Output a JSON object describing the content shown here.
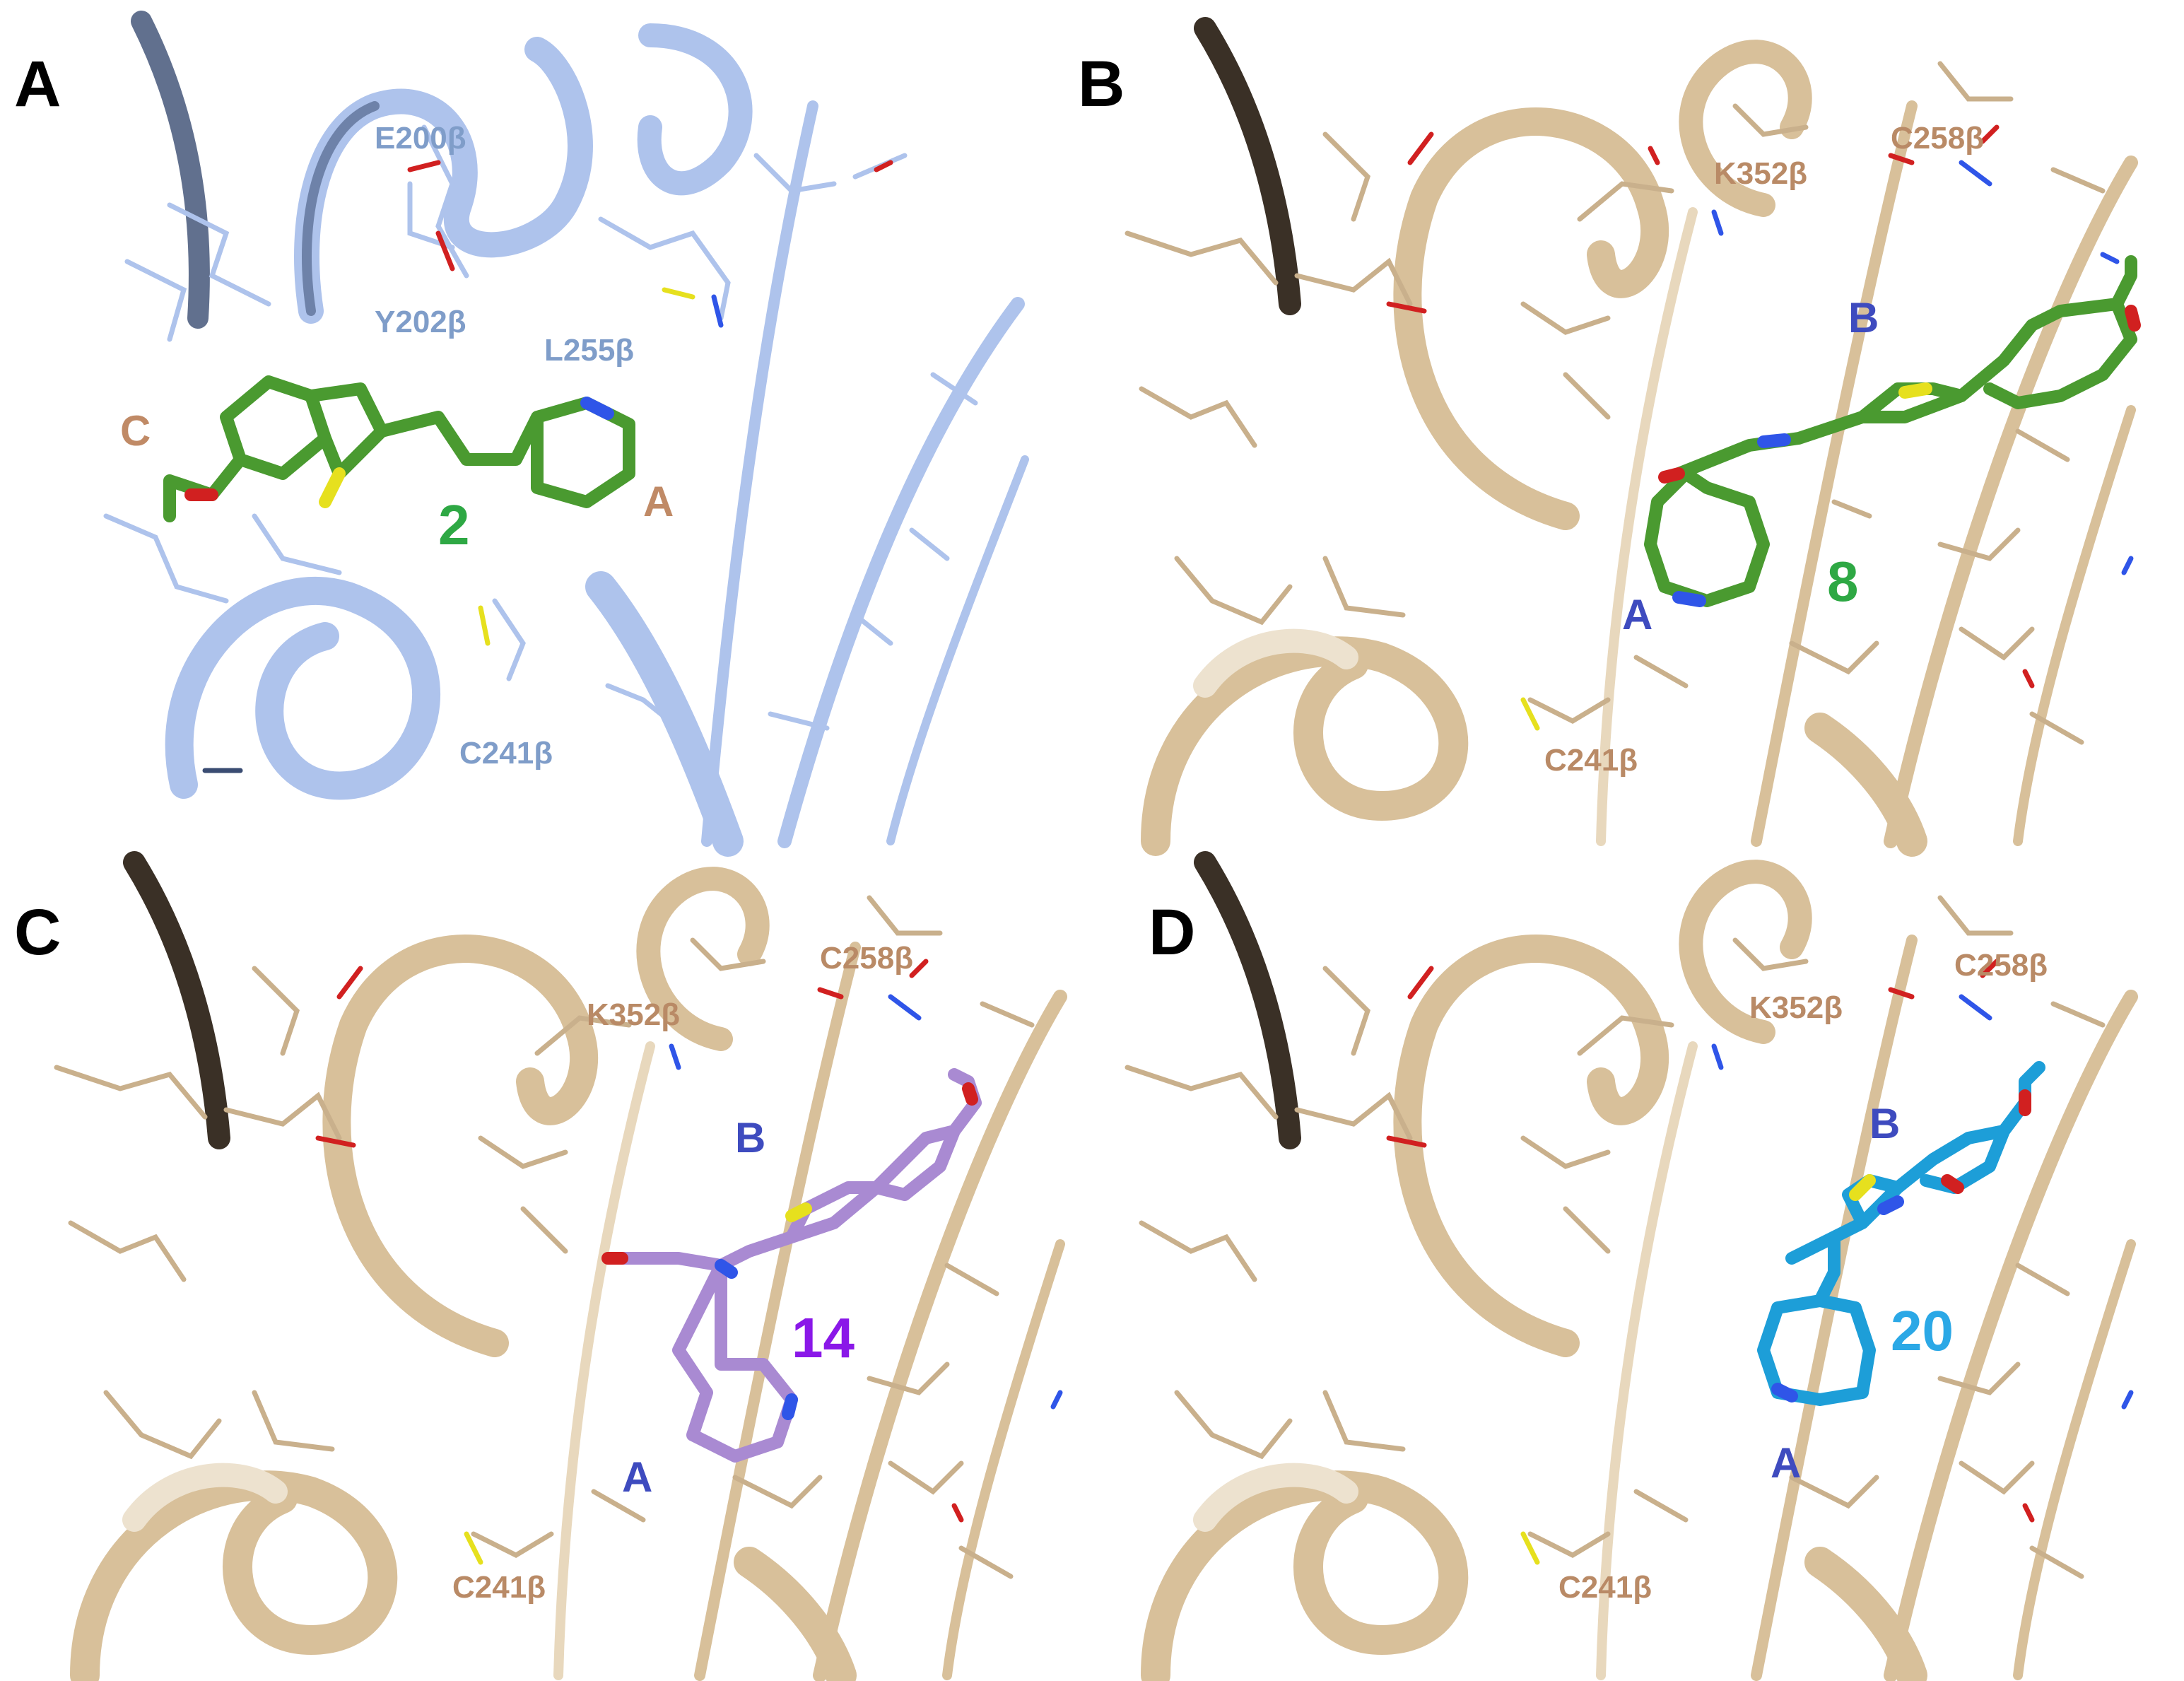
{
  "panels": [
    {
      "letter": "A",
      "labels": {
        "res1": "E200β",
        "res2": "Y202β",
        "res3": "L255β",
        "res4": "C241β"
      },
      "ringLabels": {
        "c": "C",
        "a": "A"
      },
      "compound": "2",
      "colors": {
        "protein": "#aec3ec",
        "proteinDark": "#2a3b5e",
        "ligand": "#4a9a30",
        "label": "#7f9dc9",
        "ringLabel": "#c08a66",
        "compoundLabel": "#2ea844"
      }
    },
    {
      "letter": "B",
      "labels": {
        "res1": "K352β",
        "res2": "C258β",
        "res3": "C241β"
      },
      "ringLabels": {
        "b": "B",
        "a": "A"
      },
      "compound": "8",
      "colors": {
        "protein": "#d8c09a",
        "proteinDark": "#3a3026",
        "ligand": "#4a9a30",
        "label": "#b98a66",
        "ringLabel": "#3e4bbf",
        "compoundLabel": "#2ea844"
      }
    },
    {
      "letter": "C",
      "labels": {
        "res1": "K352β",
        "res2": "C258β",
        "res3": "C241β"
      },
      "ringLabels": {
        "b": "B",
        "a": "A"
      },
      "compound": "14",
      "colors": {
        "protein": "#d8c09a",
        "proteinDark": "#3a3026",
        "ligand": "#a98ad2",
        "label": "#b98a66",
        "ringLabel": "#3e4bbf",
        "compoundLabel": "#8a18e8"
      }
    },
    {
      "letter": "D",
      "labels": {
        "res1": "K352β",
        "res2": "C258β",
        "res3": "C241β"
      },
      "ringLabels": {
        "b": "B",
        "a": "A"
      },
      "compound": "20",
      "colors": {
        "protein": "#d8c09a",
        "proteinDark": "#3a3026",
        "ligand": "#1d9ed8",
        "label": "#b98a66",
        "ringLabel": "#3e4bbf",
        "compoundLabel": "#2ba8e6"
      }
    }
  ]
}
